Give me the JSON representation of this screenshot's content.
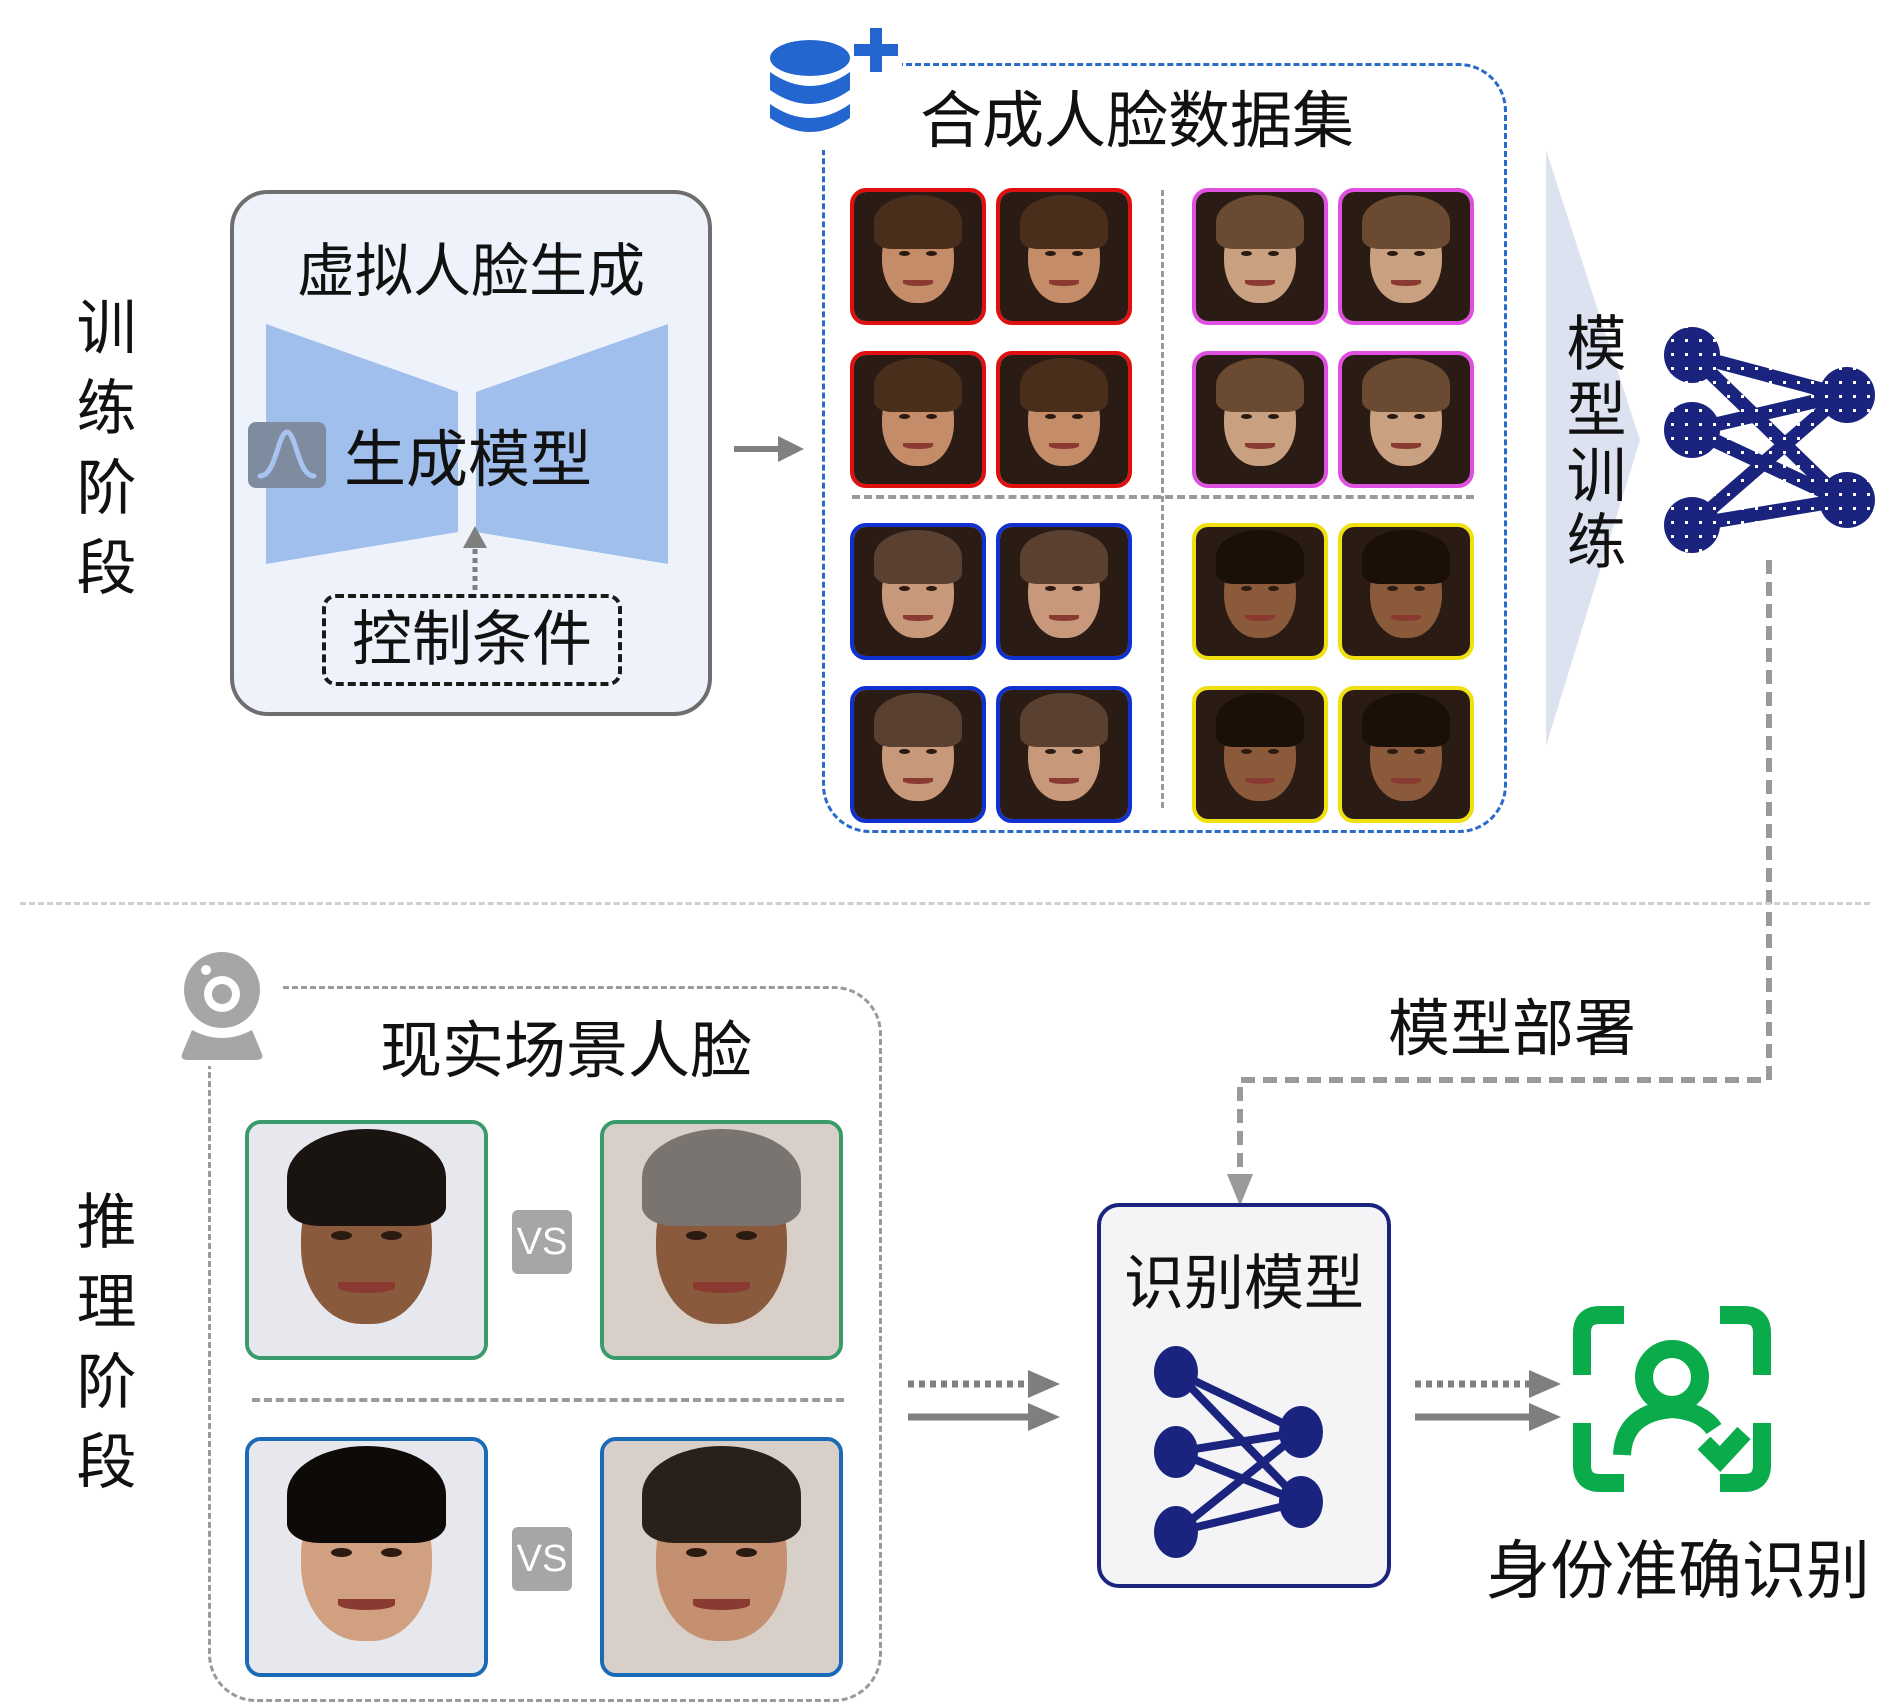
{
  "stages": {
    "training": "训练阶段",
    "inference": "推理阶段"
  },
  "generation": {
    "title": "虚拟人脸生成",
    "model_label": "生成模型",
    "condition_label": "控制条件",
    "icon": "gaussian-distribution-icon"
  },
  "dataset": {
    "title": "合成人脸数据集",
    "icon": "database-add-icon",
    "identities": [
      {
        "name": "identity-1",
        "border_color": "#e01010",
        "skin": "#c58c6a",
        "hair": "#4a2e1c",
        "count": 4
      },
      {
        "name": "identity-2",
        "border_color": "#e050e0",
        "skin": "#c9a080",
        "hair": "#6a4a30",
        "count": 4
      },
      {
        "name": "identity-3",
        "border_color": "#1030d0",
        "skin": "#c8987a",
        "hair": "#5a4030",
        "count": 4
      },
      {
        "name": "identity-4",
        "border_color": "#f0e010",
        "skin": "#8a5a3a",
        "hair": "#1a1008",
        "count": 4
      }
    ]
  },
  "training_arrow": {
    "label": "模型训练"
  },
  "deployment": {
    "label": "模型部署"
  },
  "real_scene": {
    "title": "现实场景人脸",
    "icon": "webcam-icon",
    "vs_label": "VS",
    "pairs": [
      {
        "border_color": "#3a9a6a",
        "left_skin": "#8a5a3c",
        "right_skin": "#8a5a3c",
        "left_hair": "#1a1410",
        "right_hair": "#7a7470"
      },
      {
        "border_color": "#1a6ab8",
        "left_skin": "#d0a080",
        "right_skin": "#c49070",
        "left_hair": "#0e0a08",
        "right_hair": "#2a201a"
      }
    ]
  },
  "recognition": {
    "title": "识别模型",
    "icon": "neural-network-icon"
  },
  "result": {
    "label": "身份准确识别",
    "icon": "face-verified-icon",
    "color": "#0aab4a"
  },
  "colors": {
    "dataset_border": "#2a6ac8",
    "network": "#1a237e",
    "arrow": "#7f7f7f",
    "gen_box_bg": "#eef3fb",
    "gen_shape": "#a0bfec"
  }
}
